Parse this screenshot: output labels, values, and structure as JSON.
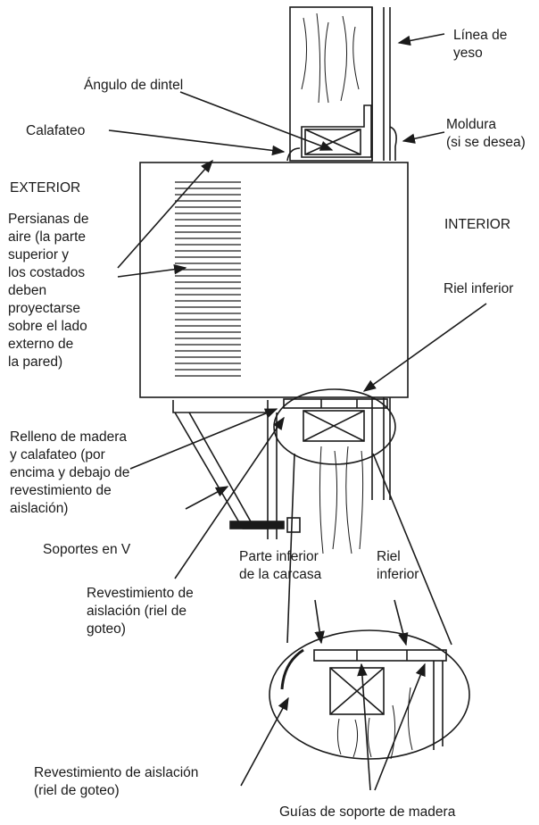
{
  "labels": {
    "linea_yeso": "Línea de\nyeso",
    "angulo_dintel": "Ángulo de dintel",
    "calafateo": "Calafateo",
    "moldura": "Moldura\n(si se desea)",
    "exterior": "EXTERIOR",
    "interior": "INTERIOR",
    "persianas": "Persianas de\naire (la parte\nsuperior y\nlos costados\ndeben\nproyectarse\nsobre el lado\nexterno de\nla pared)",
    "riel_inferior_top": "Riel inferior",
    "relleno": "Relleno de madera\ny calafateo (por\nencima y debajo de\nrevestimiento de\naislación)",
    "soportes_v": "Soportes en V",
    "parte_inferior_carcasa": "Parte inferior\nde la carcasa",
    "riel_inferior_detail": "Riel\ninferior",
    "revestimiento_riel_goteo": "Revestimiento de\naislación (riel de\ngoteo)",
    "revestimiento_detail": "Revestimiento de aislación\n(riel de goteo)",
    "guias_soporte": "Guías de soporte de madera"
  }
}
